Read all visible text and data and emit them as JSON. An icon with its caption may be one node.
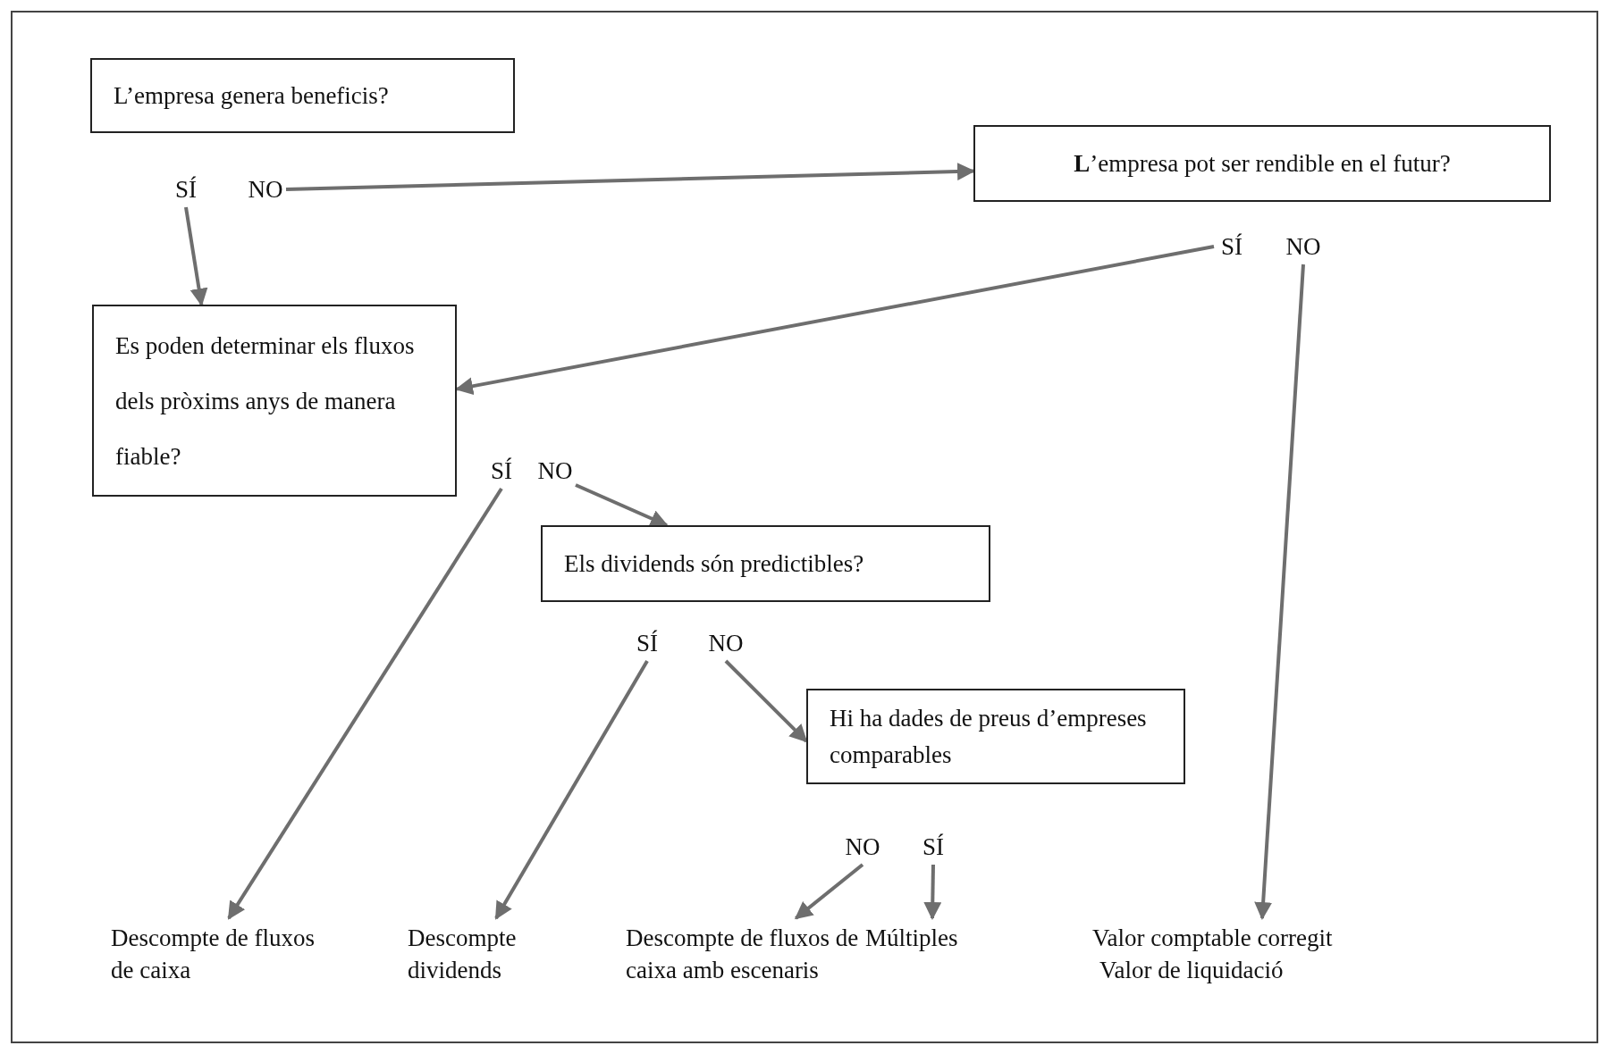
{
  "diagram": {
    "nodes": [
      {
        "text": [
          "L’empresa genera beneficis?"
        ]
      },
      {
        "text": [
          "SÍ"
        ]
      },
      {
        "text": [
          "NO"
        ]
      },
      {
        "text": [
          "**L**’empresa pot ser rendible en el futur?"
        ]
      },
      {
        "text": [
          "SÍ"
        ]
      },
      {
        "text": [
          "NO"
        ]
      },
      {
        "text": [
          "Es poden determinar els fluxos dels pròxims anys de manera fiable?"
        ]
      },
      {
        "text": [
          "SÍ"
        ]
      },
      {
        "text": [
          "NO"
        ]
      },
      {
        "text": [
          "Els dividends són predictibles?"
        ]
      },
      {
        "text": [
          "SÍ"
        ]
      },
      {
        "text": [
          "NO"
        ]
      },
      {
        "text": [
          "Hi ha dades de preus d’empreses comparables"
        ]
      },
      {
        "text": [
          "NO"
        ]
      },
      {
        "text": [
          "SÍ"
        ]
      },
      {
        "text": [
          "Descompte de fluxos de caixa"
        ]
      },
      {
        "text": [
          "Descompte dividends"
        ]
      },
      {
        "text": [
          "Descompte de fluxos de caixa amb escenaris"
        ]
      },
      {
        "text": [
          "Múltiples"
        ]
      },
      {
        "text": [
          "Valor comptable corregit",
          "Valor de liquidació"
        ]
      }
    ],
    "edges": [
      {
        "from": 1,
        "to": 6,
        "arrow": "to"
      },
      {
        "from": 2,
        "to": 3,
        "arrow": "to"
      },
      {
        "from": 4,
        "to": 6,
        "arrow": "to"
      },
      {
        "from": 5,
        "to": 19,
        "arrow": "to"
      },
      {
        "from": 7,
        "to": 15,
        "arrow": "to"
      },
      {
        "from": 8,
        "to": 9,
        "arrow": "to"
      },
      {
        "from": 10,
        "to": 16,
        "arrow": "to"
      },
      {
        "from": 11,
        "to": 12,
        "arrow": "to"
      },
      {
        "from": 13,
        "to": 17,
        "arrow": "to"
      },
      {
        "from": 14,
        "to": 18,
        "arrow": "to"
      }
    ]
  }
}
